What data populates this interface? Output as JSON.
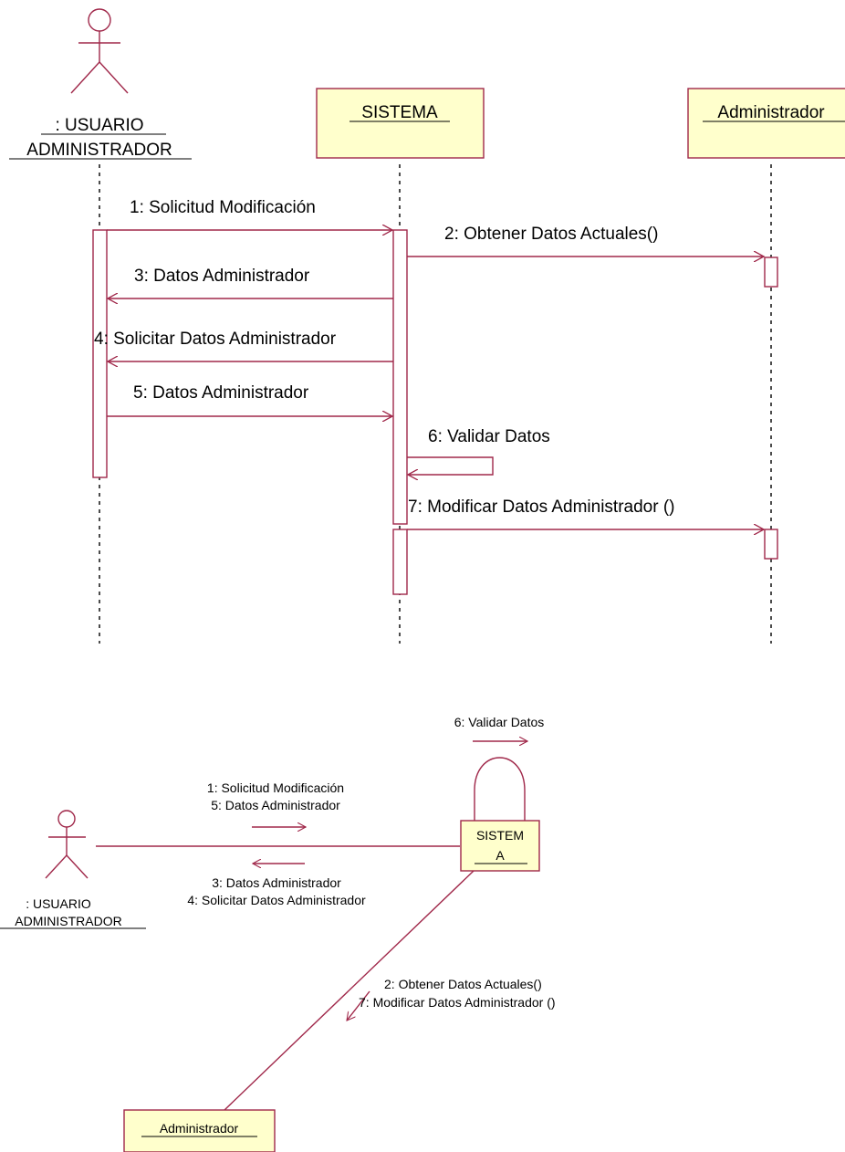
{
  "colors": {
    "line": "#a0284a",
    "object_fill": "#ffffcc",
    "text": "#000000"
  },
  "sequence": {
    "actor": {
      "line1": ": USUARIO",
      "line2": "ADMINISTRADOR",
      "icon": "stick-figure-icon"
    },
    "objects": {
      "sistema": "SISTEMA",
      "administrador": "Administrador"
    },
    "messages": [
      "1: Solicitud Modificación",
      "2: Obtener Datos Actuales()",
      "3: Datos Administrador",
      "4: Solicitar Datos Administrador",
      "5: Datos Administrador",
      "6: Validar Datos",
      "7: Modificar Datos Administrador ()"
    ]
  },
  "collaboration": {
    "actor": {
      "line1": ": USUARIO",
      "line2": "ADMINISTRADOR",
      "icon": "stick-figure-icon"
    },
    "sistema": {
      "line1": "SISTEM",
      "line2": "A"
    },
    "administrador": "Administrador",
    "self_label": "6: Validar Datos",
    "to_sistema": [
      "1: Solicitud Modificación",
      "5: Datos Administrador"
    ],
    "to_actor": [
      "3: Datos Administrador",
      "4: Solicitar Datos Administrador"
    ],
    "to_admin": [
      "2: Obtener Datos Actuales()",
      "7: Modificar Datos Administrador ()"
    ]
  }
}
